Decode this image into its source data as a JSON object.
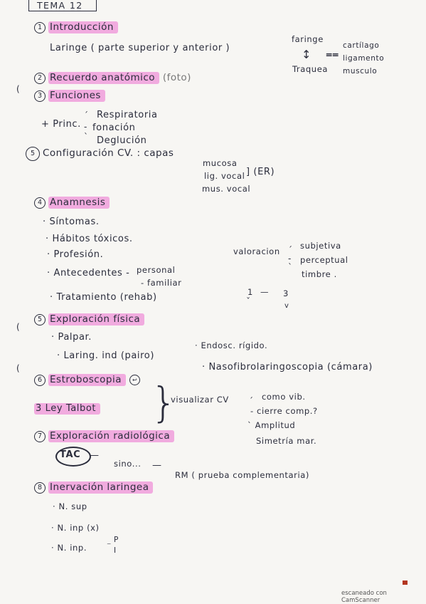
{
  "title": "TEMA 12",
  "s1": {
    "num": "1",
    "heading": "Introducción",
    "line": "Laringe  ( parte superior  y  anterior )"
  },
  "diagram": {
    "top": "faringe",
    "bottom": "Traquea",
    "items": [
      "cartílago",
      "ligamento",
      "musculo"
    ]
  },
  "s2": {
    "num": "2",
    "heading": "Recuerdo anatómico",
    "extra": "(foto)"
  },
  "s3": {
    "num": "3",
    "heading": "Funciones",
    "lead": "+ Princ.",
    "items": [
      "Respiratoria",
      "fonación",
      "Deglución"
    ]
  },
  "s5a": {
    "num": "5",
    "heading": "Configuración CV.",
    "capas": ": capas",
    "items": [
      "mucosa",
      "lig. vocal",
      "mus. vocal"
    ],
    "er": "] (ER)"
  },
  "s4": {
    "num": "4",
    "heading": "Anamnesis",
    "items": [
      "Síntomas.",
      "Hábitos tóxicos.",
      "Profesión.",
      "Antecedentes -",
      "Tratamiento (rehab)"
    ],
    "antecedentes": [
      "personal",
      "familiar"
    ],
    "valoracion": "valoracion",
    "valoracion_items": [
      "subjetiva",
      "perceptual",
      "timbre ."
    ],
    "scale_left": "1",
    "scale_dash": "—",
    "scale_right": "3"
  },
  "s5": {
    "num": "5",
    "heading": "Exploración física",
    "items": [
      "Palpar.",
      "Laring. ind (pairo)"
    ],
    "right": [
      "Endosc. rígido.",
      "Nasofibrolaringoscopia  (cámara)"
    ]
  },
  "s6": {
    "num": "6",
    "heading": "Estroboscopia",
    "law": "3 Ley Talbot",
    "visualizar": "visualizar CV",
    "items": [
      "como vib.",
      "cierre comp.?",
      "Amplitud",
      "Simetría mar."
    ]
  },
  "s7": {
    "num": "7",
    "heading": "Exploración radiológica",
    "tac": "TAC",
    "sino": "sino...",
    "rm": "RM ( prueba complementaria)"
  },
  "s8": {
    "num": "8",
    "heading": "Inervación laringea",
    "items": [
      "N. sup",
      "N. inp (x)",
      "N. inp."
    ],
    "pi": [
      "P",
      "I"
    ]
  },
  "footer": {
    "scanner": "escaneado con CamScanner"
  },
  "colors": {
    "ink": "#2b2d3c",
    "highlight": "#ec6ecd",
    "paper": "#f7f6f3"
  }
}
